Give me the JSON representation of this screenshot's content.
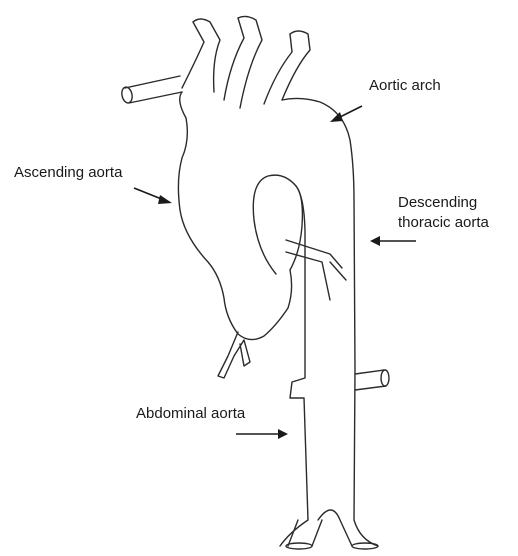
{
  "labels": {
    "aortic_arch": "Aortic arch",
    "ascending_aorta": "Ascending aorta",
    "descending_line1": "Descending",
    "descending_line2": "thoracic aorta",
    "abdominal_aorta": "Abdominal aorta"
  },
  "colors": {
    "outline": "#2b2b2b",
    "text": "#1a1a1a",
    "background": "#ffffff"
  }
}
